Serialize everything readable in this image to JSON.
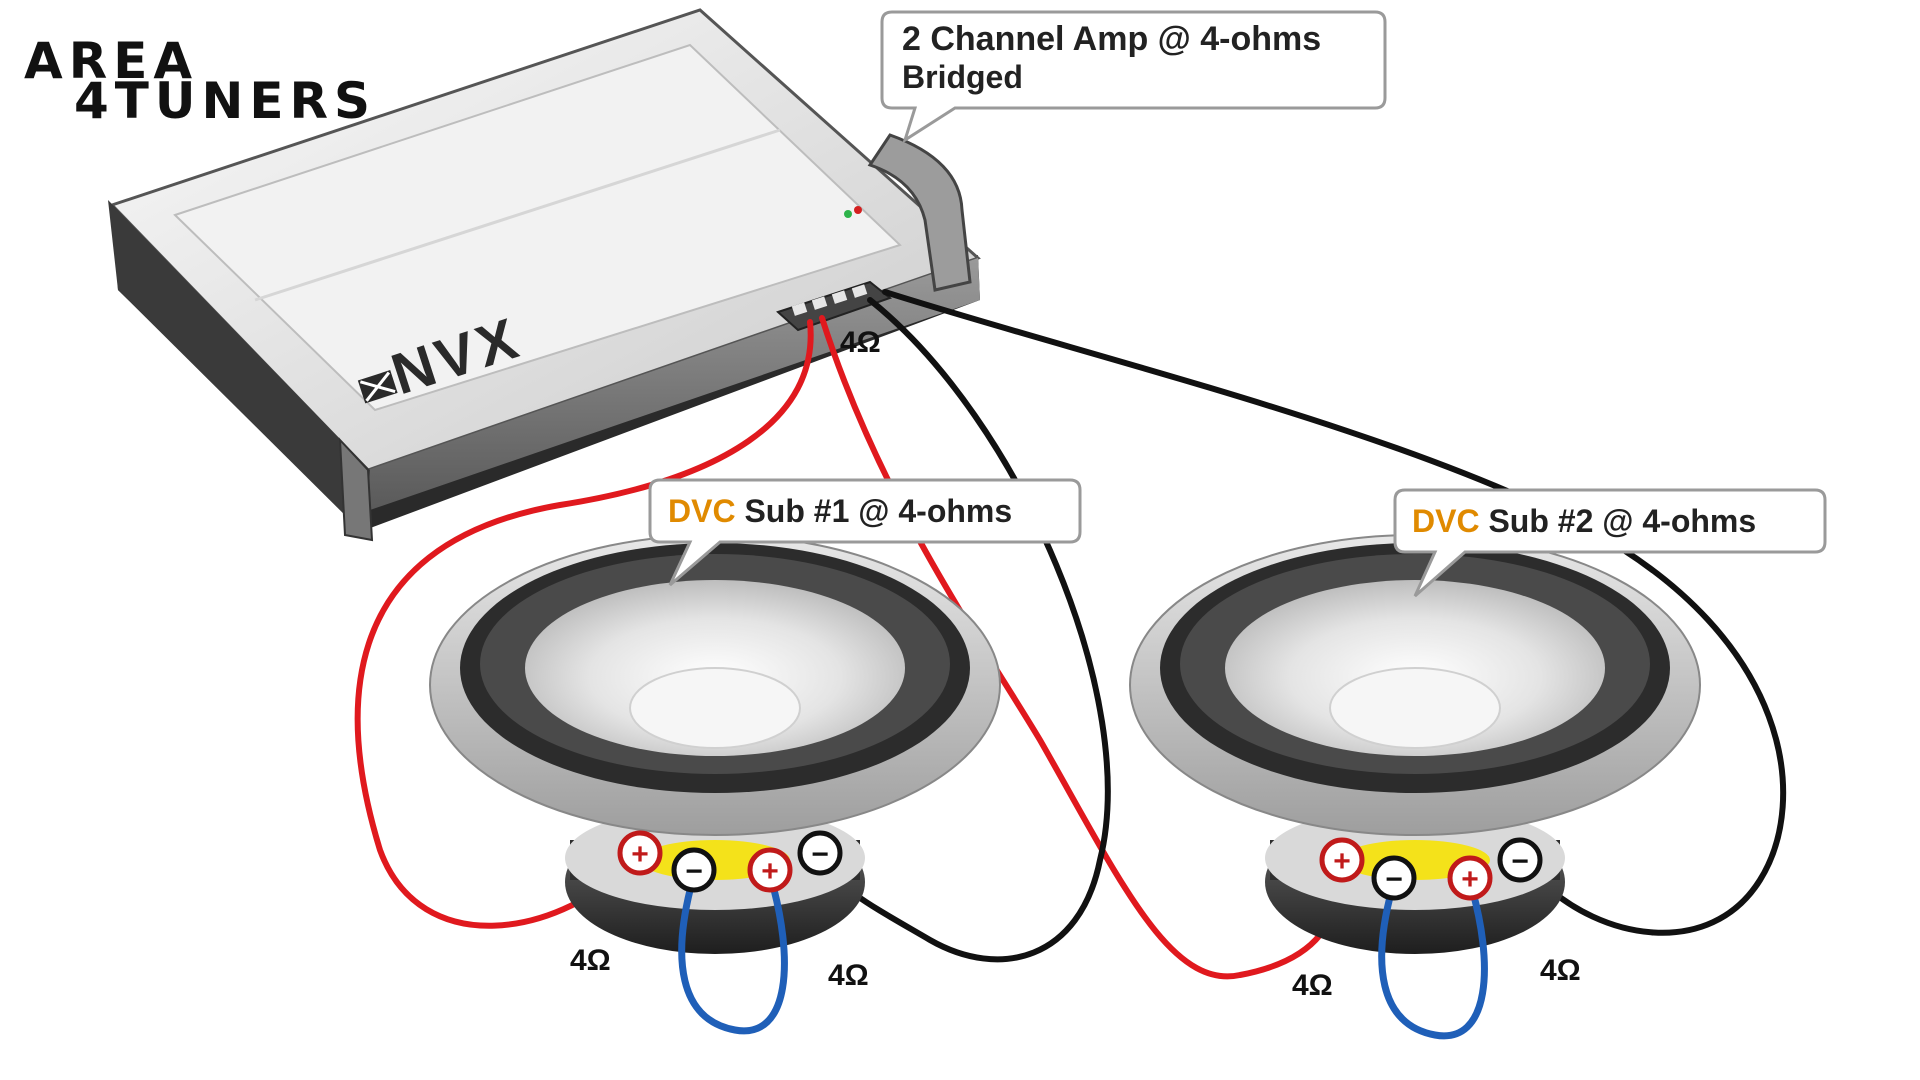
{
  "logo": {
    "line1": "AREA",
    "line2": "4TUNERS"
  },
  "amp": {
    "brand": "NVX",
    "callout_line1": "2 Channel Amp @ 4-ohms",
    "callout_line2": "Bridged",
    "output_ohms": "4Ω"
  },
  "subs": [
    {
      "prefix": "DVC",
      "label": " Sub #1 @ 4-ohms",
      "coil_left_ohms": "4Ω",
      "coil_right_ohms": "4Ω"
    },
    {
      "prefix": "DVC",
      "label": " Sub #2 @ 4-ohms",
      "coil_left_ohms": "4Ω",
      "coil_right_ohms": "4Ω"
    }
  ],
  "terminal_symbols": {
    "positive": "+",
    "negative": "−"
  },
  "colors": {
    "positive_wire": "#e0191e",
    "negative_wire": "#111111",
    "jumper_wire": "#1f5fb8",
    "dvc_accent": "#e08a00",
    "voice_coil": "#f4e21a"
  }
}
